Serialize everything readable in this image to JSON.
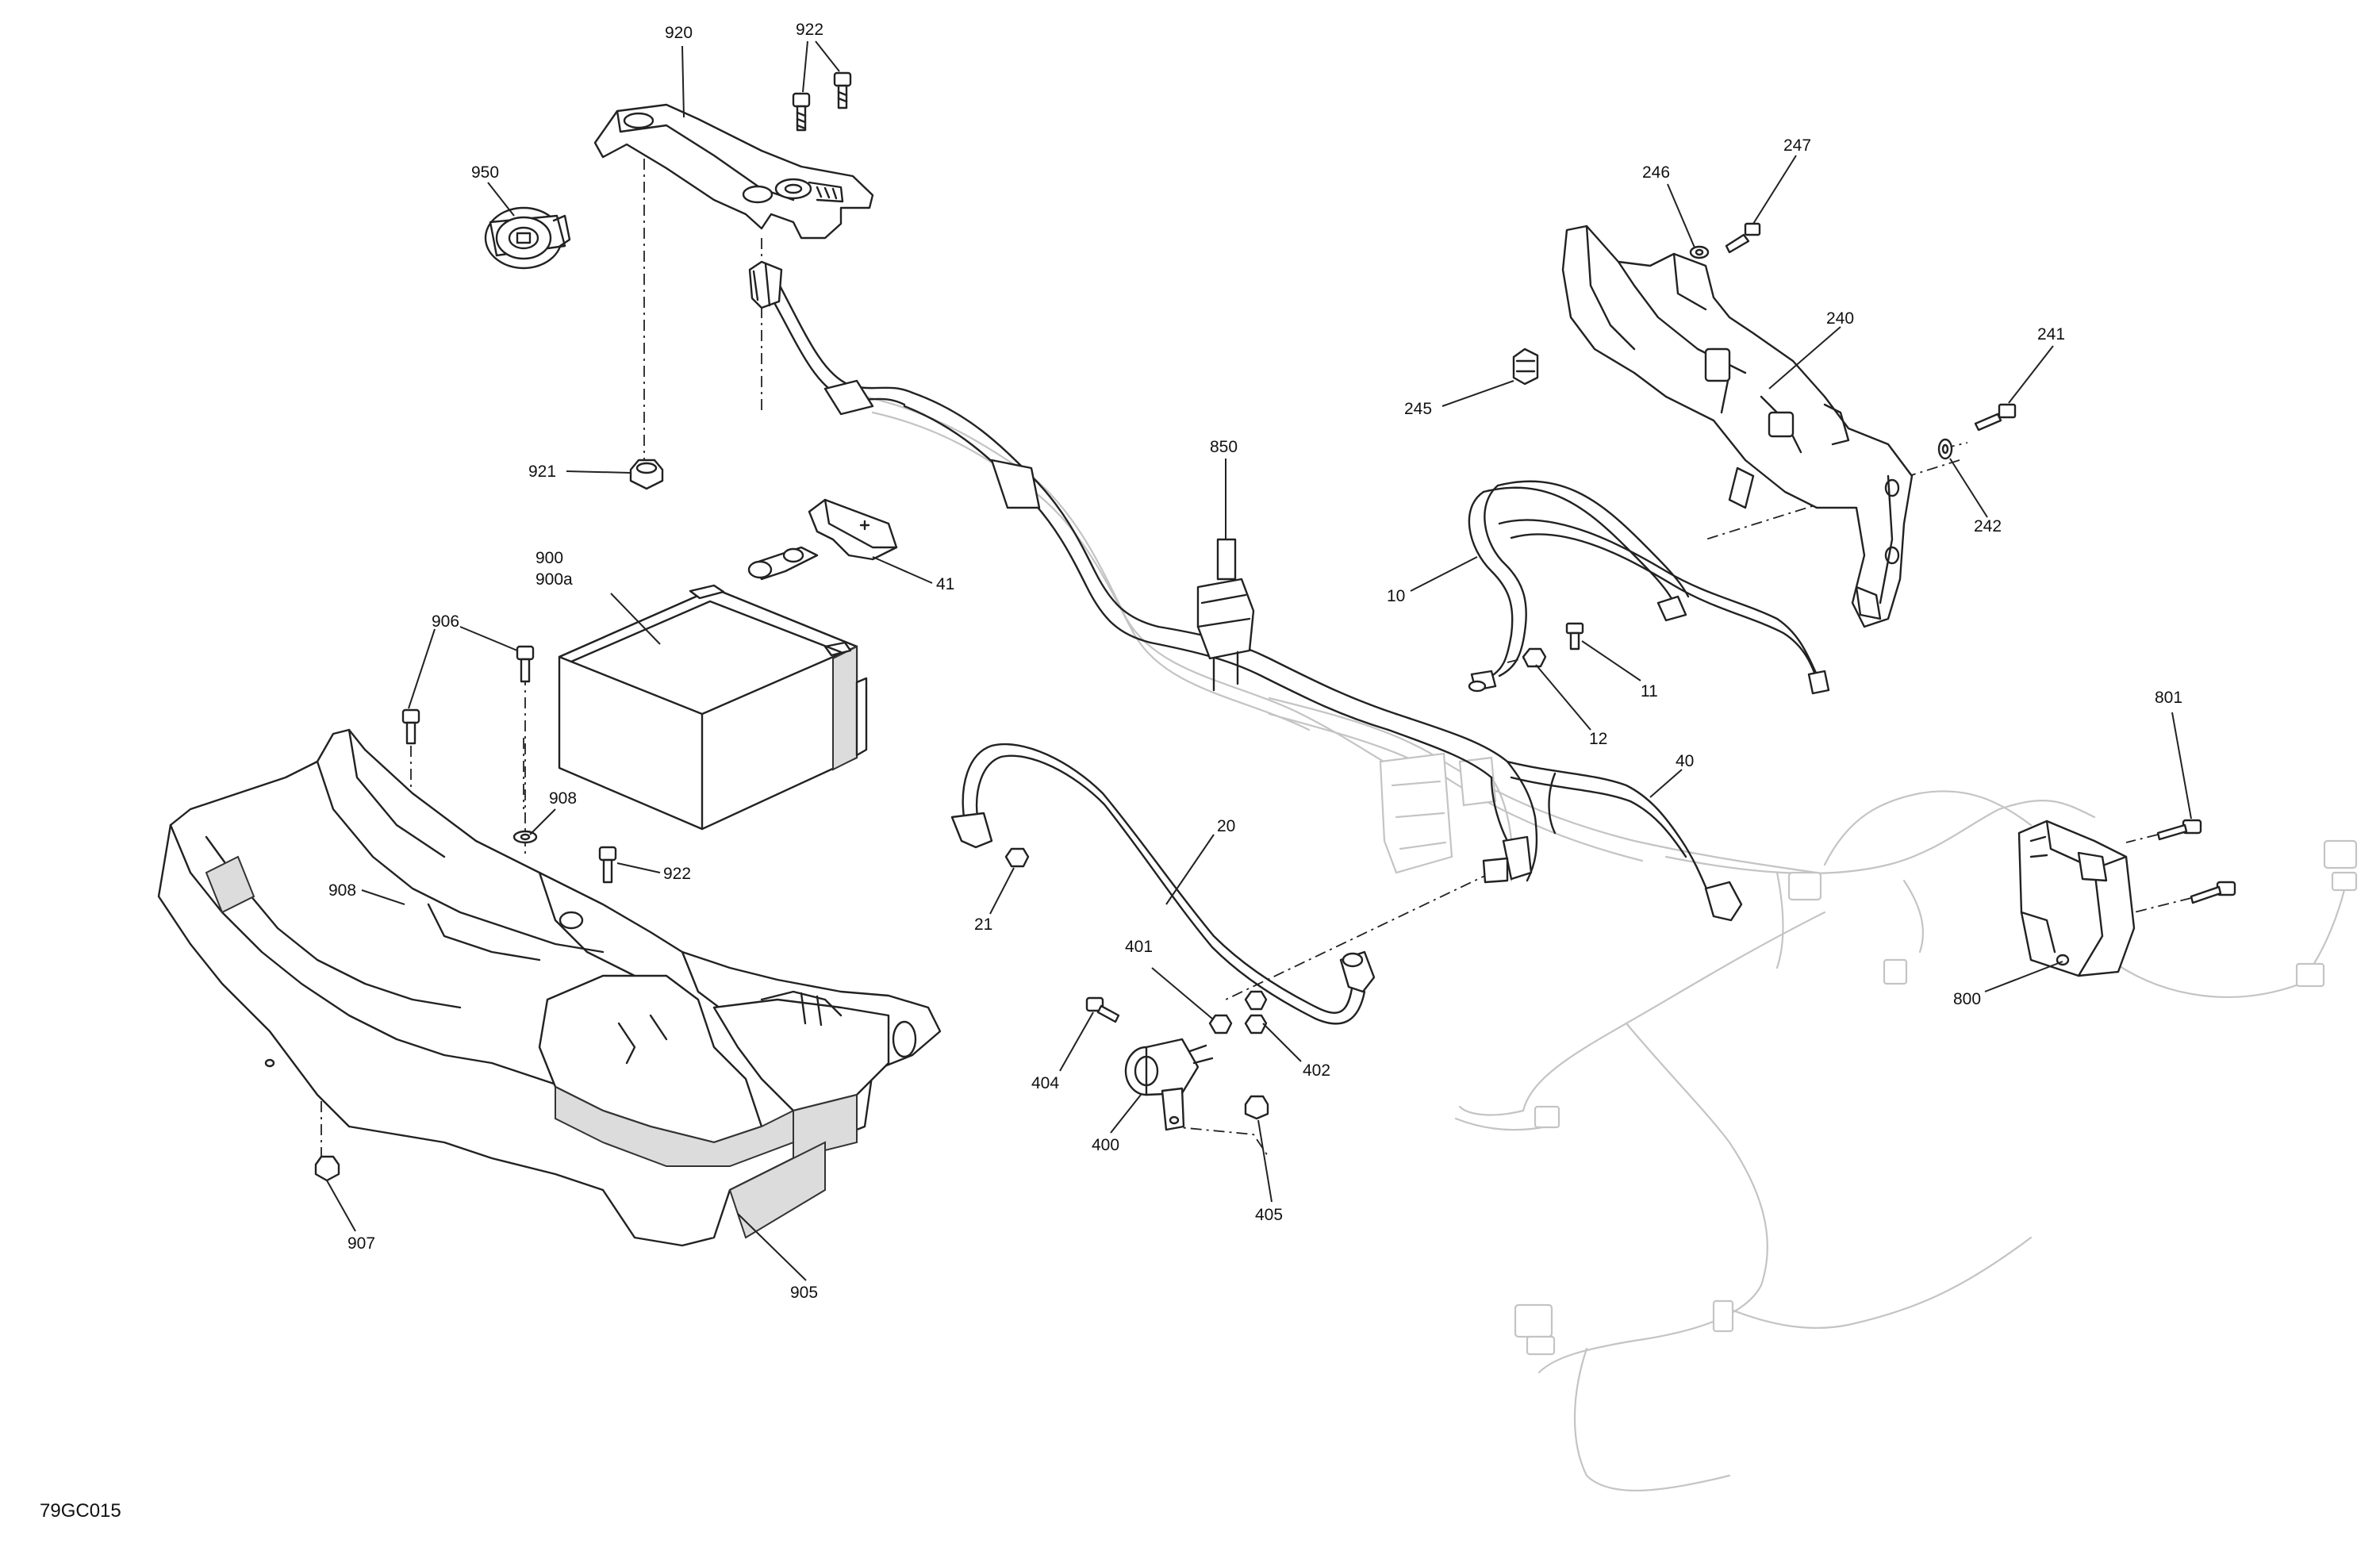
{
  "figure": {
    "reference": "79GC015"
  },
  "callouts": [
    {
      "id": "c920",
      "label": "920"
    },
    {
      "id": "c922a",
      "label": "922"
    },
    {
      "id": "c950",
      "label": "950"
    },
    {
      "id": "c921",
      "label": "921"
    },
    {
      "id": "c900",
      "label": "900"
    },
    {
      "id": "c900a",
      "label": "900a"
    },
    {
      "id": "c41",
      "label": "41"
    },
    {
      "id": "c906",
      "label": "906"
    },
    {
      "id": "c908a",
      "label": "908"
    },
    {
      "id": "c908b",
      "label": "908"
    },
    {
      "id": "c922b",
      "label": "922"
    },
    {
      "id": "c907",
      "label": "907"
    },
    {
      "id": "c905",
      "label": "905"
    },
    {
      "id": "c850",
      "label": "850"
    },
    {
      "id": "c246",
      "label": "246"
    },
    {
      "id": "c247",
      "label": "247"
    },
    {
      "id": "c240",
      "label": "240"
    },
    {
      "id": "c245",
      "label": "245"
    },
    {
      "id": "c241",
      "label": "241"
    },
    {
      "id": "c242",
      "label": "242"
    },
    {
      "id": "c10",
      "label": "10"
    },
    {
      "id": "c11",
      "label": "11"
    },
    {
      "id": "c12",
      "label": "12"
    },
    {
      "id": "c40",
      "label": "40"
    },
    {
      "id": "c20",
      "label": "20"
    },
    {
      "id": "c21",
      "label": "21"
    },
    {
      "id": "c401",
      "label": "401"
    },
    {
      "id": "c402",
      "label": "402"
    },
    {
      "id": "c404",
      "label": "404"
    },
    {
      "id": "c400",
      "label": "400"
    },
    {
      "id": "c405",
      "label": "405"
    },
    {
      "id": "c801",
      "label": "801"
    },
    {
      "id": "c800",
      "label": "800"
    }
  ]
}
